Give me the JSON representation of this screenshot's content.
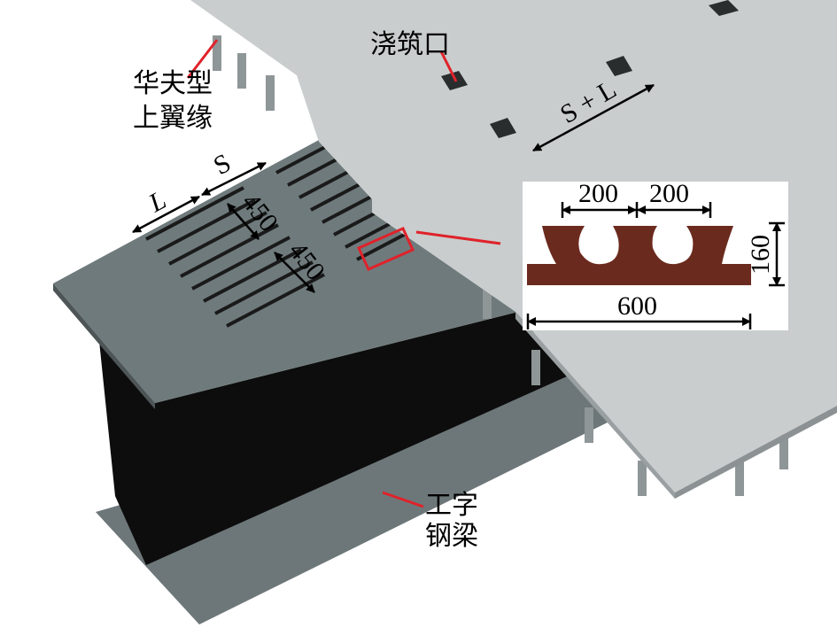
{
  "labels": {
    "upper_flange_line1": "华夫型",
    "upper_flange_line2": "上翼缘",
    "pour_hole": "浇筑口",
    "beam_line1": "工字",
    "beam_line2": "钢梁"
  },
  "dimensions": {
    "s_plus_l": "S + L",
    "s": "S",
    "l": "L",
    "spacing_1": "450",
    "spacing_2": "450"
  },
  "inset": {
    "pitch_1": "200",
    "pitch_2": "200",
    "height": "160",
    "width": "600"
  },
  "colors": {
    "plate": "#c9cdcd",
    "flange": "#6f7a7c",
    "web": "#0d0d0d",
    "profile": "#6b2a1e",
    "leader": "#e0222a"
  }
}
